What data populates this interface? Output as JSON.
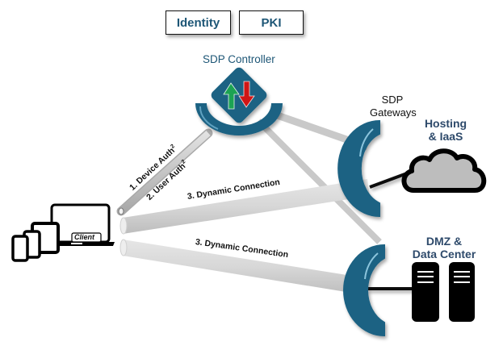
{
  "top_boxes": {
    "identity": "Identity",
    "pki": "PKI"
  },
  "controller": {
    "label": "SDP Controller",
    "icon": "up-down-arrows-icon",
    "colors": {
      "body": "#1b6283",
      "up_arrow": "#1ca352",
      "down_arrow": "#d01818"
    }
  },
  "gateways": {
    "label_line1": "SDP",
    "label_line2": "Gateways"
  },
  "hosting": {
    "line1": "Hosting",
    "line2": "& IaaS",
    "icon": "cloud-icon"
  },
  "datacenter": {
    "line1": "DMZ &",
    "line2": "Data Center",
    "icon": "server-icon"
  },
  "client": {
    "label": "Client",
    "icon": "devices-icon"
  },
  "connections": {
    "auth1": "1. Device Auth",
    "auth1_sup": "2",
    "auth2": "2. User Auth",
    "auth2_sup": "2",
    "dynamic_top": "3. Dynamic Connection",
    "dynamic_bottom": "3. Dynamic Connection"
  },
  "colors": {
    "accent_blue": "#1b6283",
    "label_blue": "#2e4a6b",
    "pipe_gray": "#d9d9d9",
    "cloud_fill": "#bdbdbd"
  }
}
